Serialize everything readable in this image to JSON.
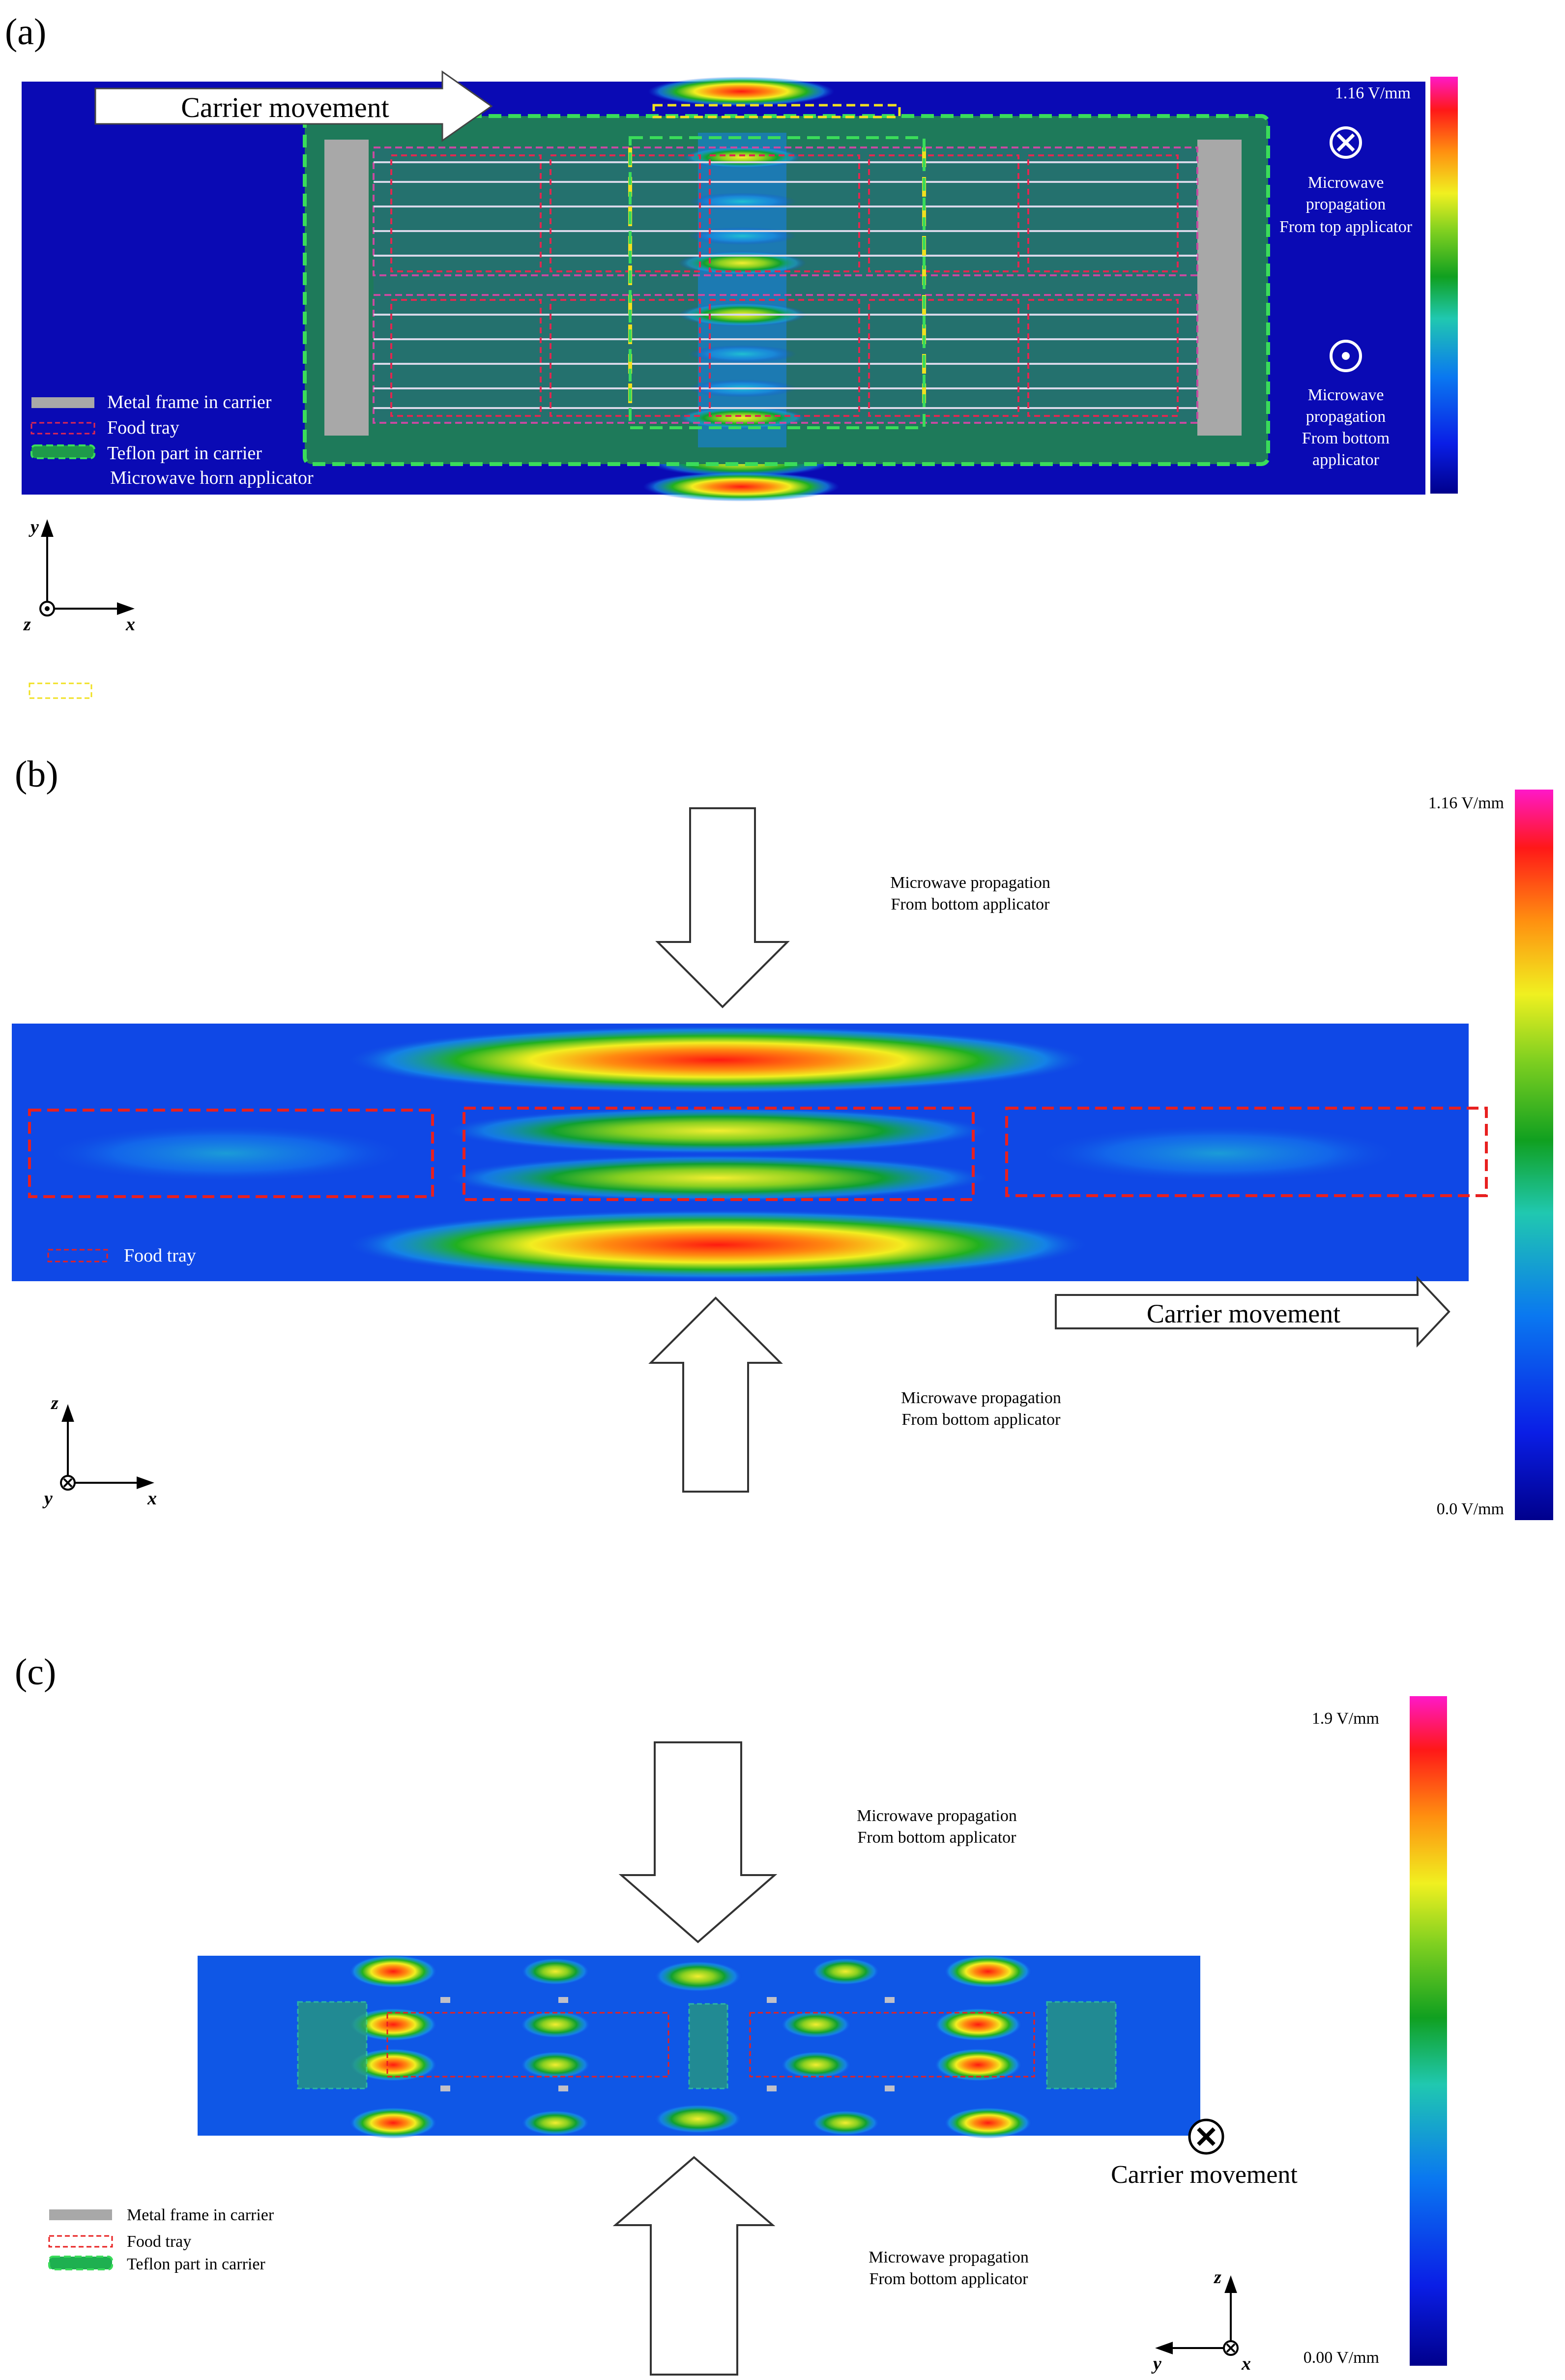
{
  "panel_a": {
    "label": "(a)",
    "carrier_movement": "Carrier movement",
    "colorbar_max": "1.16 V/mm",
    "top_prop_1": "Microwave",
    "top_prop_2": "propagation",
    "top_prop_3": "From top applicator",
    "bottom_prop_1": "Microwave",
    "bottom_prop_2": "propagation",
    "bottom_prop_3": "From bottom",
    "bottom_prop_4": "applicator",
    "legend_metal": "Metal frame in carrier",
    "legend_tray": "Food tray",
    "legend_teflon": "Teflon part in carrier",
    "legend_horn": "Microwave horn applicator",
    "axis_y": "y",
    "axis_z": "z",
    "axis_x": "x"
  },
  "panel_b": {
    "label": "(b)",
    "colorbar_max": "1.16 V/mm",
    "colorbar_min": "0.0 V/mm",
    "top_prop_1": "Microwave propagation",
    "top_prop_2": "From bottom applicator",
    "bottom_prop_1": "Microwave propagation",
    "bottom_prop_2": "From bottom applicator",
    "legend_tray": "Food tray",
    "carrier_movement": "Carrier movement",
    "axis_z": "z",
    "axis_y": "y",
    "axis_x": "x"
  },
  "panel_c": {
    "label": "(c)",
    "colorbar_max": "1.9 V/mm",
    "colorbar_min": "0.00 V/mm",
    "top_prop_1": "Microwave propagation",
    "top_prop_2": "From bottom applicator",
    "bottom_prop_1": "Microwave propagation",
    "bottom_prop_2": "From bottom applicator",
    "carrier_movement": "Carrier movement",
    "legend_metal": "Metal frame in carrier",
    "legend_tray": "Food tray",
    "legend_teflon": "Teflon part in carrier",
    "axis_z": "z",
    "axis_y": "y",
    "axis_x": "x"
  },
  "colors": {
    "field_low": "#0a14c8",
    "field_high": "#ff1010",
    "field_peak": "#ff10b0",
    "teflon": "#1e9a4a",
    "metal": "#a0a0a0",
    "tray": "#e82020",
    "horn": "#f0e020"
  }
}
